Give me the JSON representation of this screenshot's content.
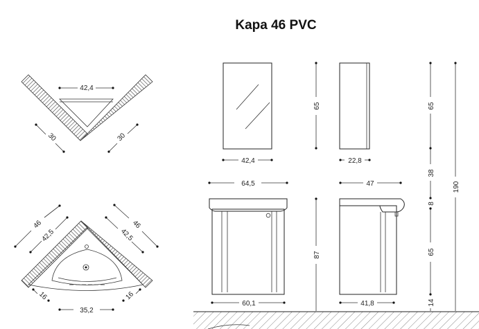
{
  "title": "Kapa 46 PVC",
  "colors": {
    "ink": "#222222",
    "wall": "#444444",
    "background": "#ffffff"
  },
  "top_view": {
    "width_label": "42,4",
    "left_depth_label": "30",
    "right_depth_label": "30"
  },
  "basin_view": {
    "outer_left_label": "46",
    "inner_left_label": "42,5",
    "outer_right_label": "46",
    "inner_right_label": "42,5",
    "left_offset_label": "16",
    "right_offset_label": "16",
    "bottom_width_label": "35,2"
  },
  "mirror_front": {
    "width_label": "42,4",
    "height_label": "65"
  },
  "mirror_side": {
    "depth_label": "22,8"
  },
  "cabinet_front": {
    "top_width_label": "64,5",
    "bottom_width_label": "60,1",
    "height_label": "87"
  },
  "cabinet_side": {
    "top_depth_label": "47",
    "bottom_depth_label": "41,8"
  },
  "height_chain": {
    "mirror_label": "65",
    "gap_label": "38",
    "basin_label": "8",
    "cabinet_label": "65",
    "floor_label": "14",
    "total_label": "190"
  }
}
